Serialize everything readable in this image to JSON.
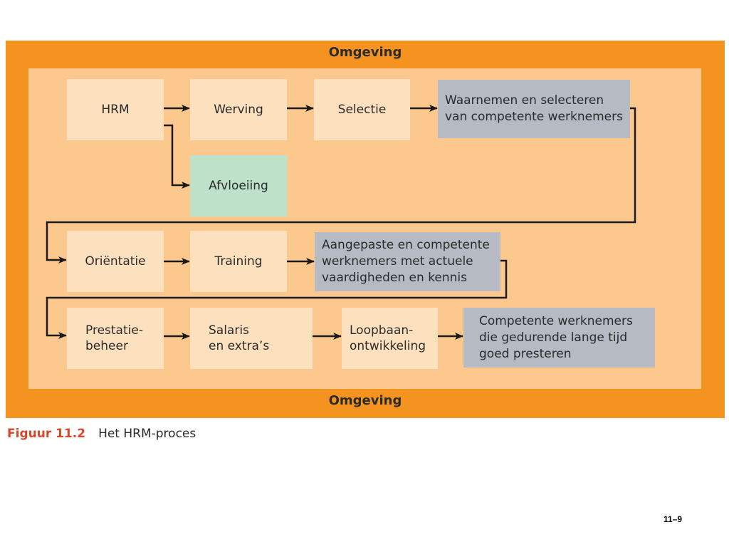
{
  "diagram": {
    "environment_top": "Omgeving",
    "environment_bottom": "Omgeving",
    "nodes": {
      "hrm": "HRM",
      "werving": "Werving",
      "selectie": "Selectie",
      "waarnemen": "Waarnemen en selecteren\nvan competente werknemers",
      "afvloeiing": "Afvloeiing",
      "orientatie": "Oriëntatie",
      "training": "Training",
      "aangepaste": "Aangepaste en competente\nwerknemers met actuele\nvaardigheden en kennis",
      "prestatie": "Prestatie-\nbeheer",
      "salaris": "Salaris\nen extra’s",
      "loopbaan": "Loopbaan-\nontwikkeling",
      "competente": "Competente werknemers\ndie gedurende lange tijd\ngoed presteren"
    },
    "colors": {
      "outer_frame": "#f4931f",
      "inner_panel": "#fcc88d",
      "process_box": "#fde1bf",
      "outcome_box": "#b6bac3",
      "exit_box": "#bde1c9",
      "arrow": "#1a1a1a"
    }
  },
  "caption": {
    "number": "Figuur 11.2",
    "text": "Het HRM-proces"
  },
  "page_number": "11–9"
}
